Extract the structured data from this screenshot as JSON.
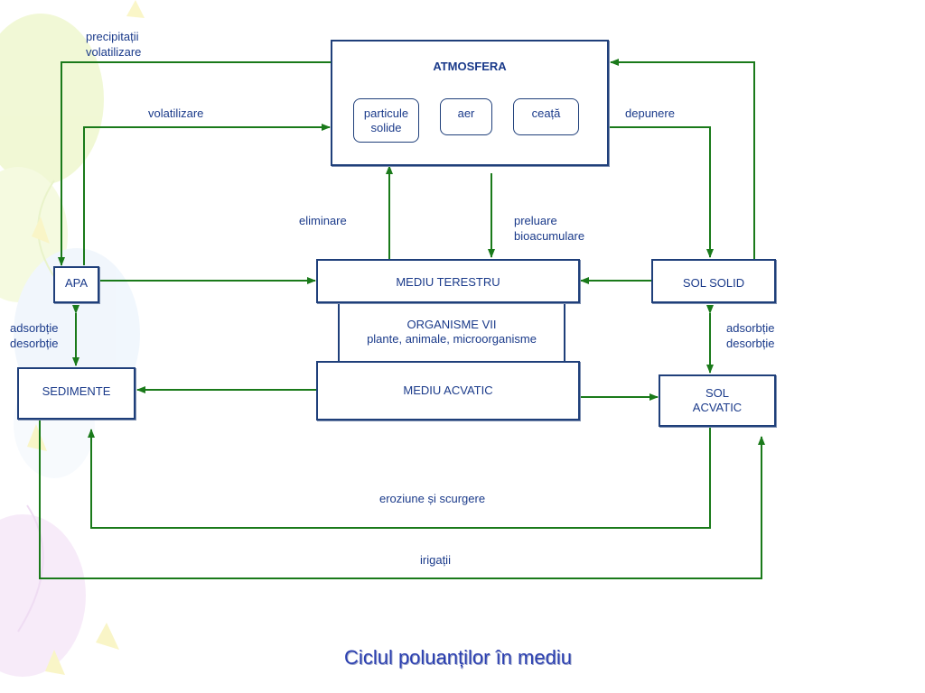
{
  "title": "Ciclul poluanților în mediu",
  "nodes": {
    "atmosfera": "ATMOSFERA",
    "particule": "particule\nsolide",
    "aer": "aer",
    "ceata": "ceață",
    "apa": "APA",
    "mediu_terestru": "MEDIU TERESTRU",
    "organisme": "ORGANISME VII\nplante, animale, microorganisme",
    "mediu_acvatic": "MEDIU ACVATIC",
    "sol_solid": "SOL SOLID",
    "sedimente": "SEDIMENTE",
    "sol_acvatic": "SOL\nACVATIC"
  },
  "edges": {
    "precipitatii": "precipitații\nvolatilizare",
    "volatilizare": "volatilizare",
    "depunere": "depunere",
    "eliminare": "eliminare",
    "preluare": "preluare\nbioacumulare",
    "adsorbtie_left": "adsorbție\ndesorbție",
    "adsorbtie_right": "adsorbție\ndesorbție",
    "eroziune": "eroziune și scurgere",
    "irigatii": "irigații"
  },
  "colors": {
    "arrow": "#1a7a1a",
    "box_border": "#1f3f7a",
    "text": "#1a3a8a",
    "title": "#2b3fb0"
  }
}
